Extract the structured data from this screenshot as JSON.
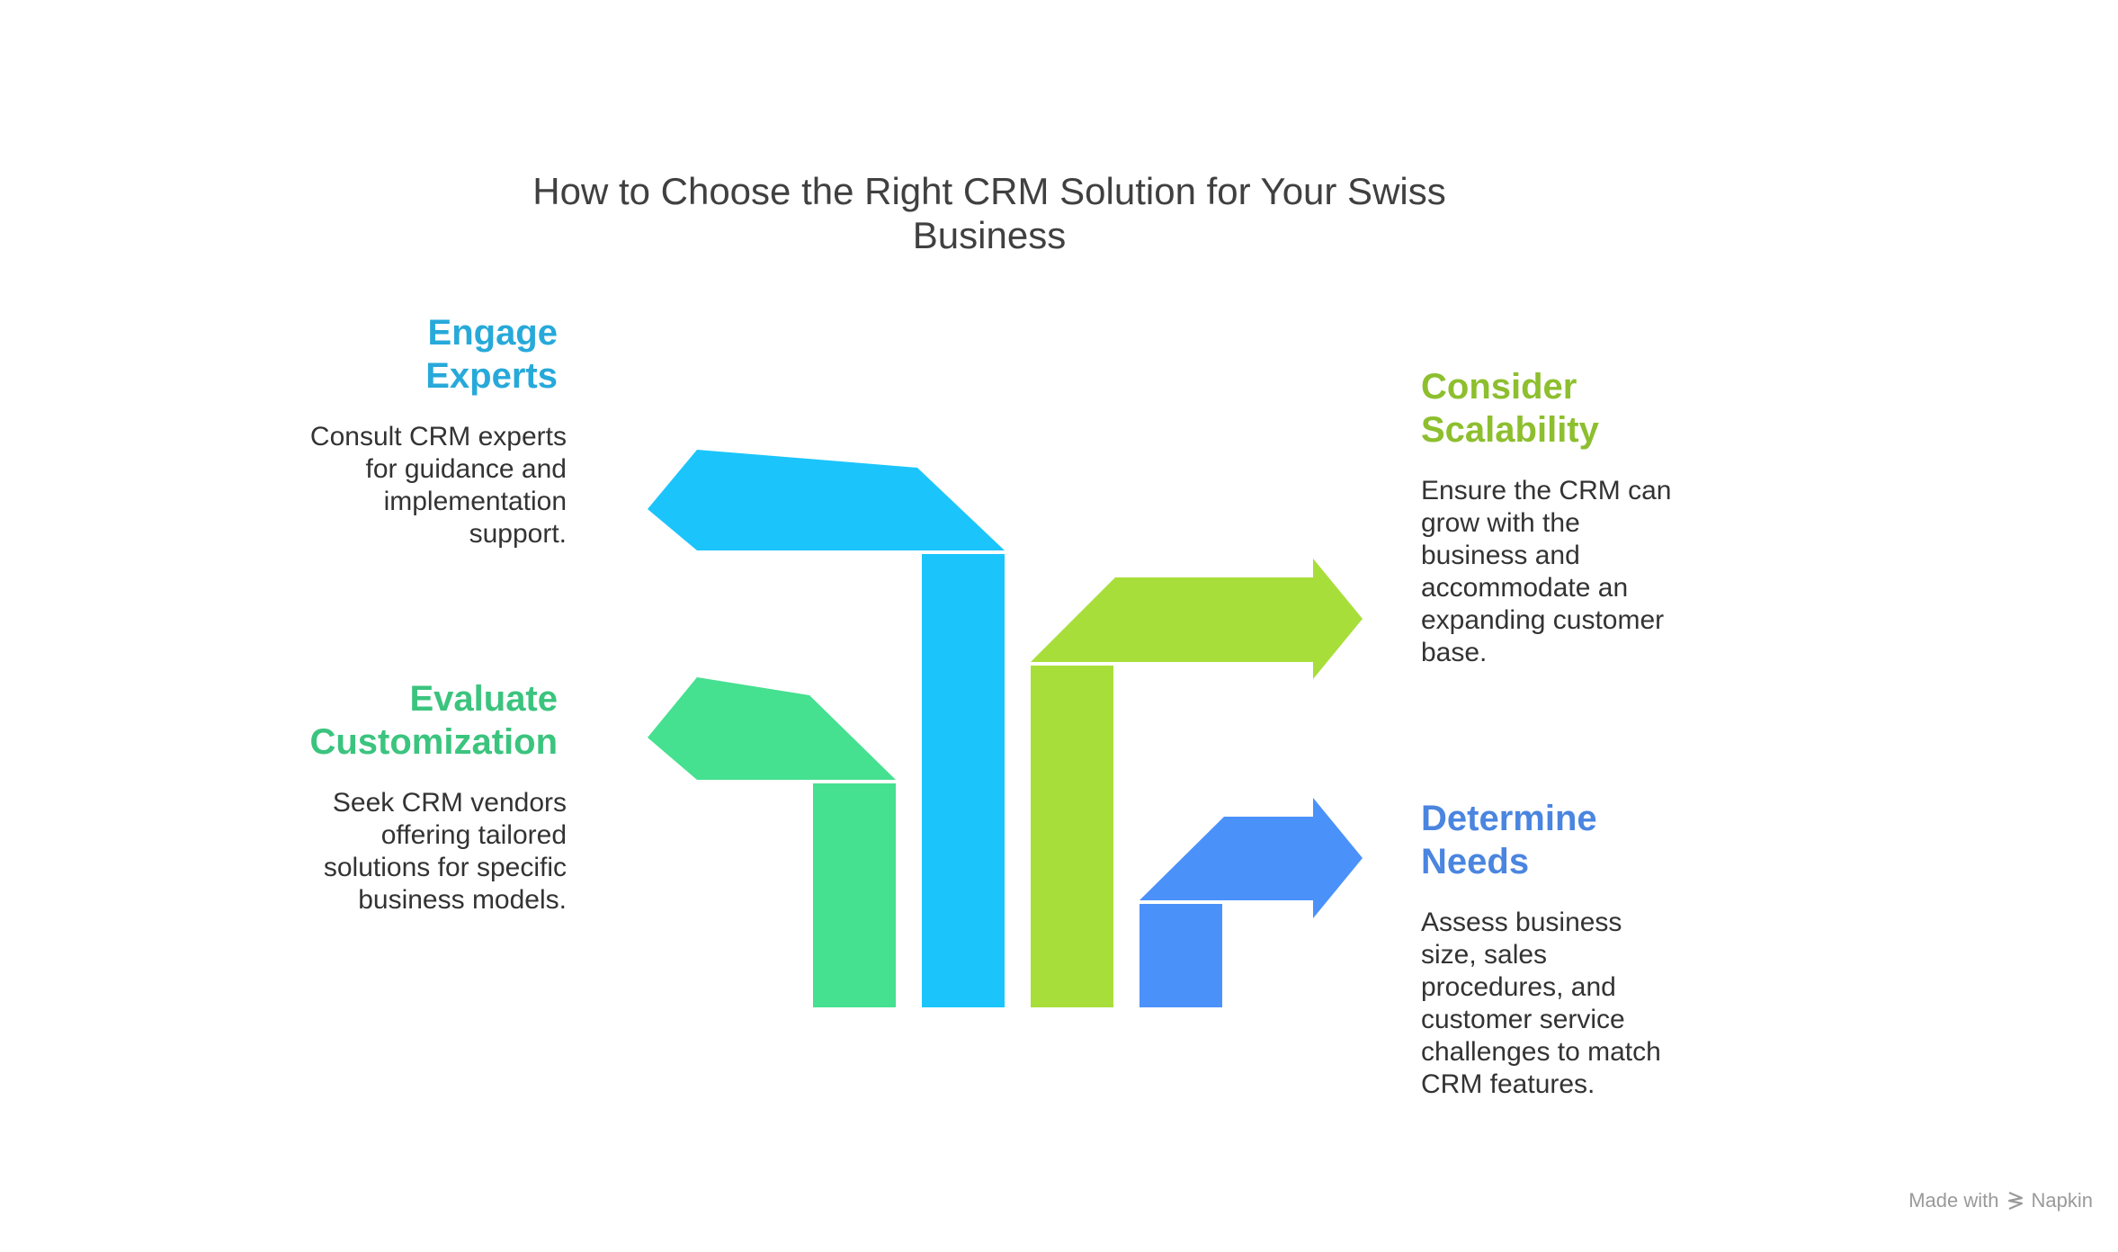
{
  "title": "How to Choose the Right CRM Solution for Your Swiss Business",
  "steps": [
    {
      "id": "engage",
      "title": "Engage Experts",
      "title_lines": [
        "Engage",
        "Experts"
      ],
      "description_lines": [
        "Consult CRM experts",
        "for guidance and",
        "implementation",
        "support."
      ],
      "color": "#1BC5FB",
      "text_color": "#27A9DA"
    },
    {
      "id": "evaluate",
      "title": "Evaluate Customization",
      "title_lines": [
        "Evaluate",
        "Customization"
      ],
      "description_lines": [
        "Seek CRM vendors",
        "offering tailored",
        "solutions for specific",
        "business models."
      ],
      "color": "#45E090",
      "text_color": "#3BC47E"
    },
    {
      "id": "scalability",
      "title": "Consider Scalability",
      "title_lines": [
        "Consider",
        "Scalability"
      ],
      "description_lines": [
        "Ensure the CRM can",
        "grow with the",
        "business and",
        "accommodate an",
        "expanding customer",
        "base."
      ],
      "color": "#A8DE3A",
      "text_color": "#8DBF2E"
    },
    {
      "id": "needs",
      "title": "Determine Needs",
      "title_lines": [
        "Determine",
        "Needs"
      ],
      "description_lines": [
        "Assess business",
        "size, sales",
        "procedures, and",
        "customer service",
        "challenges to match",
        "CRM features."
      ],
      "color": "#4B91FA",
      "text_color": "#4A85E0"
    }
  ],
  "watermark": {
    "prefix": "Made with",
    "brand": "Napkin",
    "icon": "napkin-logo-icon"
  }
}
